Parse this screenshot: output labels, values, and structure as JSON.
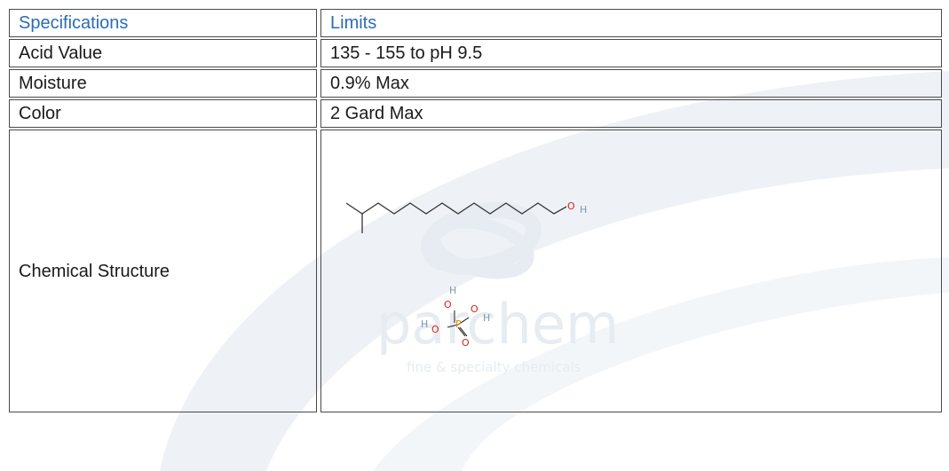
{
  "table": {
    "header": {
      "specifications": "Specifications",
      "limits": "Limits"
    },
    "rows": [
      {
        "spec": "Acid Value",
        "limit": "135 - 155 to pH 9.5"
      },
      {
        "spec": "Moisture",
        "limit": "0.9% Max"
      },
      {
        "spec": "Color",
        "limit": "2 Gard Max"
      },
      {
        "spec": "Chemical Structure",
        "limit": ""
      }
    ]
  },
  "structure": {
    "alcohol_atoms": {
      "oxygen": "O",
      "hydrogen": "H"
    },
    "phosphoric_atoms": {
      "oxygen": "O",
      "hydrogen": "H",
      "phosphorus": "P"
    }
  },
  "watermark": {
    "brand": "parchem",
    "tagline": "fine & specialty chemicals"
  },
  "colors": {
    "header_text": "#2a6db6",
    "border": "#4a4a4a",
    "oxygen": "#e0201b",
    "phosphorus": "#e08a00",
    "hydrogen": "#7a9aa8",
    "watermark": "#e6ecf1"
  }
}
